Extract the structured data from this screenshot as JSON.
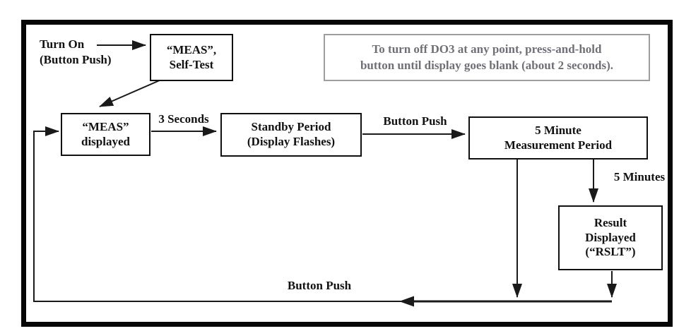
{
  "note": {
    "text": "To turn off DO3 at any point, press-and-hold\nbutton until display goes blank (about 2 seconds)."
  },
  "boxes": {
    "meas_self_test": {
      "label": "“MEAS”,\nSelf-Test"
    },
    "meas_displayed": {
      "label": "“MEAS”\ndisplayed"
    },
    "standby": {
      "label": "Standby Period\n(Display Flashes)"
    },
    "measurement": {
      "label": "5 Minute\nMeasurement Period"
    },
    "result": {
      "label": "Result\nDisplayed\n(“RSLT”)"
    }
  },
  "labels": {
    "turn_on": "Turn On\n(Button Push)",
    "three_seconds": "3 Seconds",
    "button_push_top": "Button Push",
    "five_minutes": "5 Minutes",
    "button_push_bottom": "Button Push"
  },
  "colors": {
    "line": "#1a1a1a",
    "frame": "#060606",
    "note_text": "#6f7076",
    "note_border": "#9e9e9e"
  }
}
